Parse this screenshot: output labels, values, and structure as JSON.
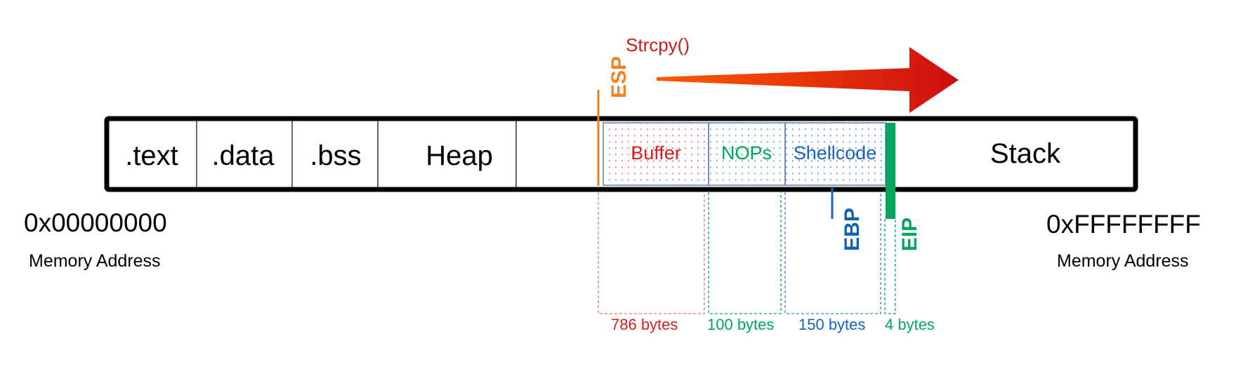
{
  "segments": [
    ".text",
    ".data",
    ".bss",
    "Heap",
    "Stack"
  ],
  "regions": {
    "buffer": "Buffer",
    "nops": "NOPs",
    "shellcode": "Shellcode"
  },
  "registers": {
    "esp": "ESP",
    "ebp": "EBP",
    "eip": "EIP"
  },
  "function_label": "Strcpy()",
  "sizes": {
    "buffer": "786 bytes",
    "nops": "100 bytes",
    "shellcode": "150 bytes",
    "eip": "4 bytes"
  },
  "address_low": {
    "value": "0x00000000",
    "caption": "Memory Address"
  },
  "address_high": {
    "value": "0xFFFFFFFF",
    "caption": "Memory Address"
  },
  "colors": {
    "red": "#d81e1e",
    "green": "#00a65a",
    "blue": "#1565c0",
    "orange": "#f58220"
  }
}
